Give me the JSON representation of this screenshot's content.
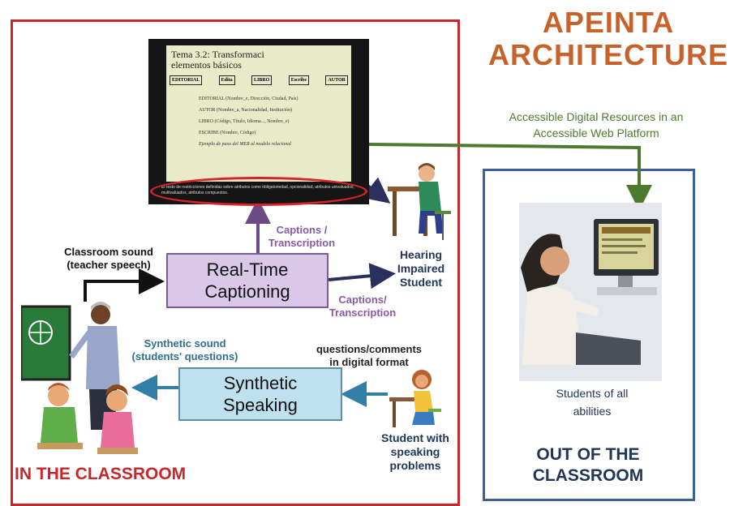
{
  "title": {
    "line1": "APEINTA",
    "line2": "ARCHITECTURE"
  },
  "web_label": {
    "line1": "Accessible Digital Resources in an",
    "line2": "Accessible Web Platform"
  },
  "slide": {
    "heading_line1": "Tema 3.2:  Transformaci",
    "heading_line2": "elementos básicos",
    "entities": [
      "EDITORIAL",
      "Edita",
      "LIBRO",
      "Escribe",
      "AUTOR"
    ],
    "bullets": [
      "EDITORIAL (Nombre_e, Dirección, Ciudad, País)",
      "AUTOR (Nombre_a, Nacionalidad, Institución)",
      "LIBRO (Código, Título, Idioma..., Nombre_e)",
      "ESCRIBE (Nombre, Código)"
    ],
    "footnote": "Ejemplo de paso del MER al modelo relacional",
    "caption_text": "El resto de restricciones definidas sobre atributos como obligatoriedad, opcionalidad, atributos univaluados, multivaluados, atributos compuestos."
  },
  "nodes": {
    "realtime": {
      "line1": "Real-Time",
      "line2": "Captioning"
    },
    "synthetic": {
      "line1": "Synthetic",
      "line2": "Speaking"
    }
  },
  "labels": {
    "classroom_sound": {
      "line1": "Classroom sound",
      "line2": "(teacher speech)"
    },
    "captions_up": {
      "line1": "Captions /",
      "line2": "Transcription"
    },
    "captions_right": {
      "line1": "Captions/",
      "line2": "Transcription"
    },
    "hearing": {
      "line1": "Hearing",
      "line2": "Impaired",
      "line3": "Student"
    },
    "synthetic_sound": {
      "line1": "Synthetic sound",
      "line2": "(students' questions)"
    },
    "questions": {
      "line1": "questions/comments",
      "line2": "in digital format"
    },
    "speaking_student": {
      "line1": "Student with",
      "line2": "speaking",
      "line3": "problems"
    },
    "all_abilities": {
      "line1": "Students of all",
      "line2": "abilities"
    }
  },
  "regions": {
    "in_classroom": "IN THE CLASSROOM",
    "out_line1": "OUT OF THE",
    "out_line2": "CLASSROOM"
  },
  "colors": {
    "classroom_border": "#c8282d",
    "outside_border": "#3c5f9e",
    "title": "#c8622a",
    "web_arrow": "#4e7a2f",
    "realtime_fill": "#d9c8e8",
    "synthetic_fill": "#bfe0ef",
    "purple_text": "#8a5aa6",
    "teal_text": "#2e6f8c"
  }
}
